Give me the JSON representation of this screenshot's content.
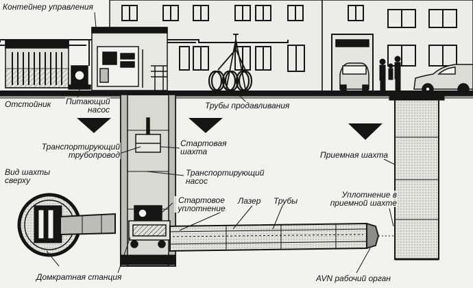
{
  "labels": {
    "control_container": "Контейнер управления",
    "settling_tank": "Отстойник",
    "feed_pump_line1": "Питающий",
    "feed_pump_line2": "насос",
    "jacking_pipes": "Трубы продавливания",
    "transport_pipeline_line1": "Транспортирующий",
    "transport_pipeline_line2": "трубопровод",
    "top_view_line1": "Вид шахты",
    "top_view_line2": "сверху",
    "start_shaft_line1": "Стартовая",
    "start_shaft_line2": "шахта",
    "transport_pump_line1": "Транспортирующий",
    "transport_pump_line2": "насос",
    "start_seal_line1": "Стартовое",
    "start_seal_line2": "уплотнение",
    "laser": "Лазер",
    "pipes": "Трубы",
    "receiving_shaft": "Приемная шахта",
    "receiving_seal_line1": "Уплотнение в",
    "receiving_seal_line2": "приемной шахте",
    "jack_station": "Домкратная станция",
    "avn_cutter": "AVN рабочий орган"
  },
  "colors": {
    "ink": "#151515",
    "paper": "#f2f2ee",
    "shade": "#bdbdb8",
    "earth": "#d9d9d4"
  }
}
